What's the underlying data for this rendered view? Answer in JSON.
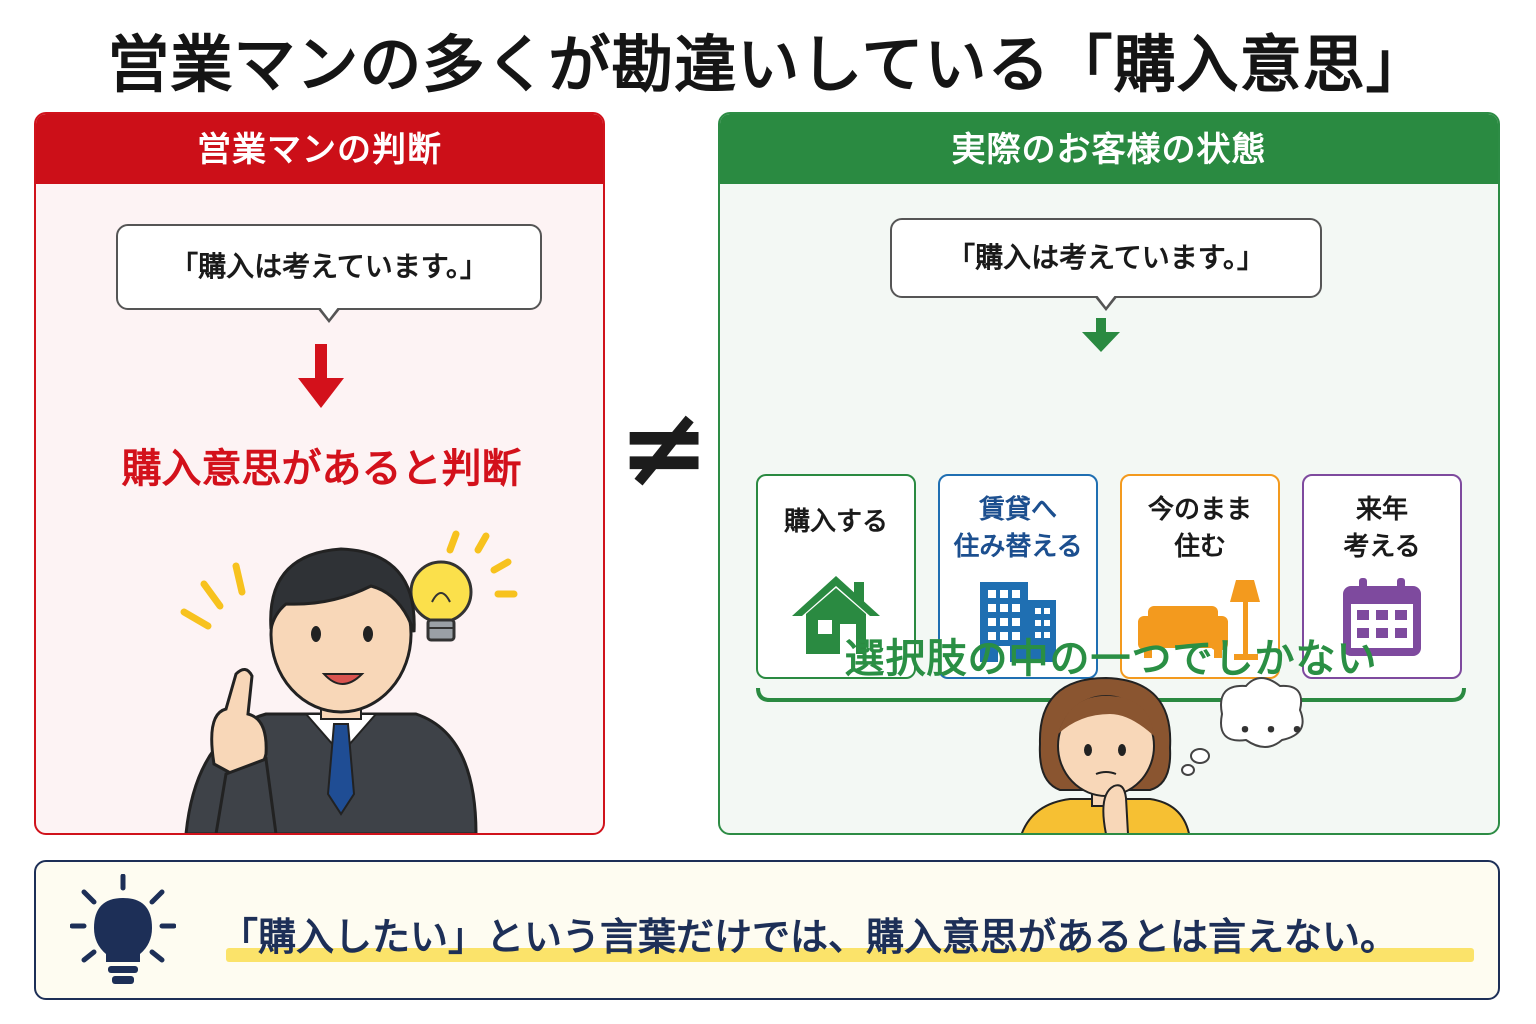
{
  "title": "営業マンの多くが勘違いしている「購入意思」",
  "left_panel": {
    "header": "営業マンの判断",
    "quote": "「購入は考えています。」",
    "judgment": "購入意思があると判断"
  },
  "not_equal_symbol": "≠",
  "right_panel": {
    "header": "実際のお客様の状態",
    "quote": "「購入は考えています。」",
    "options": [
      {
        "line1": "購入する",
        "line2": "",
        "icon": "house-icon",
        "color": "#2a8a41"
      },
      {
        "line1": "賃貸へ",
        "line2": "住み替える",
        "icon": "building-icon",
        "color": "#1f6fb2"
      },
      {
        "line1": "今のまま",
        "line2": "住む",
        "icon": "sofa-lamp-icon",
        "color": "#f39a1e"
      },
      {
        "line1": "来年",
        "line2": "考える",
        "icon": "calendar-icon",
        "color": "#7e4a9e"
      }
    ],
    "conclusion": "選択肢の中の一つでしかない",
    "thought": "・・・"
  },
  "footer": {
    "text": "「購入したい」という言葉だけでは、購入意思があるとは言えない。",
    "icon": "lightbulb-icon"
  },
  "colors": {
    "left_accent": "#cc0f18",
    "right_accent": "#2a8a41",
    "footer_accent": "#1d2f57",
    "highlight": "#fbe36a"
  }
}
